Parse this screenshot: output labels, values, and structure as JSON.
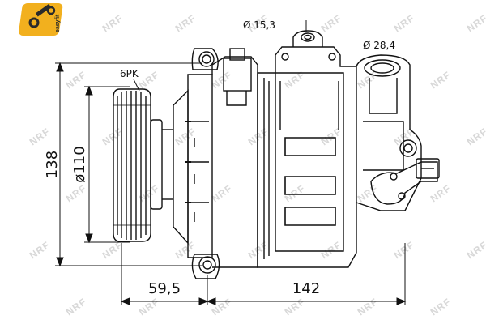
{
  "labels": {
    "belt": "6PK",
    "port_small": "Ø 15,3",
    "port_large": "Ø 28,4",
    "height": "138",
    "pulley_diameter": "ø110",
    "offset": "59,5",
    "length": "142"
  },
  "badge": {
    "text": "easyfit",
    "icon": "wrench-icon",
    "color": "#f2b01e"
  },
  "watermark": {
    "text": "NRF"
  }
}
